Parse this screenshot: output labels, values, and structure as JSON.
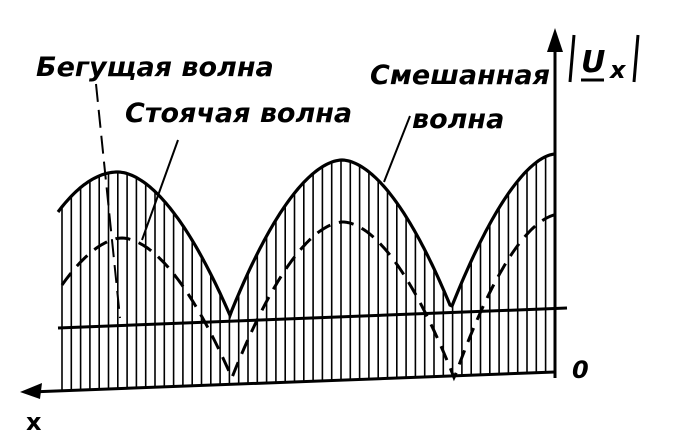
{
  "labels": {
    "traveling_wave": "Бегущая волна",
    "standing_wave": "Стоячая волна",
    "mixed_wave_line1": "Смешанная",
    "mixed_wave_line2": "волна",
    "y_axis_symbol": "U",
    "y_axis_subscript": "x",
    "x_axis": "x",
    "origin": "0"
  },
  "colors": {
    "ink": "#000000",
    "background": "#ffffff"
  }
}
